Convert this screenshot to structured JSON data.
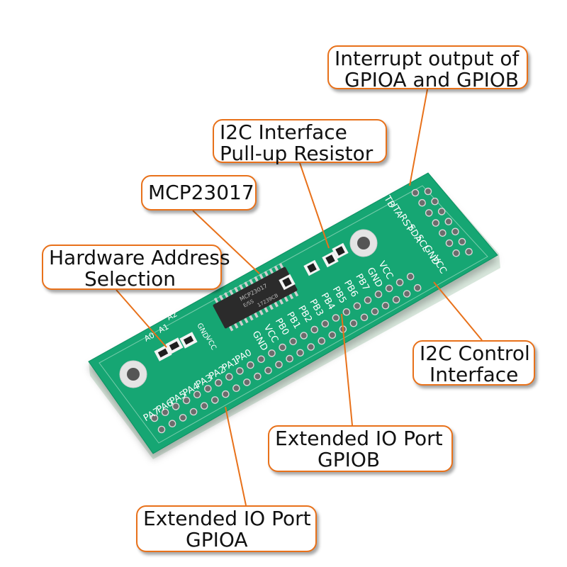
{
  "callouts": {
    "interrupt": {
      "line1": "Interrupt output of",
      "line2": "GPIOA and GPIOB"
    },
    "pullup": {
      "line1": "I2C Interface",
      "line2": "Pull-up Resistor"
    },
    "chip": {
      "line1": "MCP23017"
    },
    "hw_address": {
      "line1": "Hardware Address",
      "line2": "Selection"
    },
    "i2c_control": {
      "line1": "I2C Control",
      "line2": "Interface"
    },
    "gpiob": {
      "line1": "Extended IO Port",
      "line2": "GPIOB"
    },
    "gpioa": {
      "line1": "Extended IO Port",
      "line2": "GPIOA"
    }
  },
  "board": {
    "chip_text": [
      "MCP23017",
      "E/SS",
      "17239CB"
    ],
    "addr_labels": [
      "A0",
      "A1",
      "A2"
    ],
    "power_labels": [
      "GND",
      "VCC"
    ],
    "gpioa_labels": [
      "PA0",
      "PA1",
      "PA2",
      "PA3",
      "PA4",
      "PA5",
      "PA6",
      "PA7"
    ],
    "gpiob_labels": [
      "GND",
      "VCC",
      "PB0",
      "PB1",
      "PB2",
      "PB3",
      "PB4",
      "PB5",
      "PB6",
      "PB7",
      "GND",
      "VCC"
    ],
    "right_labels": [
      "ITB",
      "ITA",
      "RST",
      "SDA",
      "SCL",
      "GND",
      "VCC"
    ]
  },
  "colors": {
    "pcb": "#13a673",
    "accent": "#e8711a",
    "chip": "#2b2b2b"
  }
}
